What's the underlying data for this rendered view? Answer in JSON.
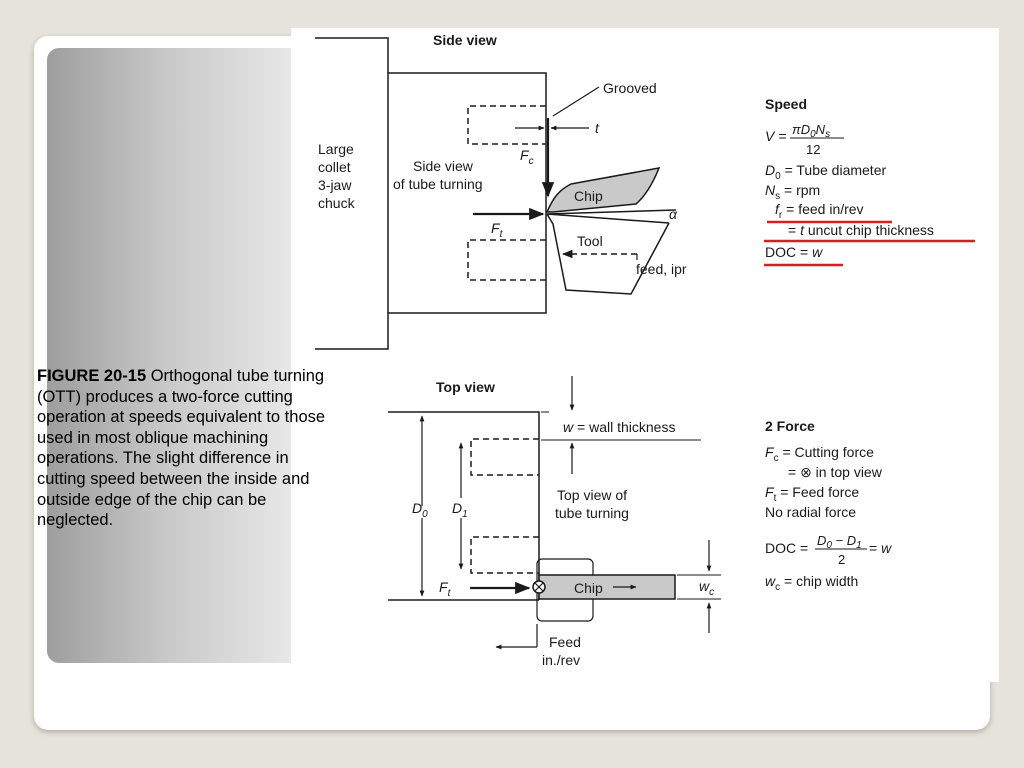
{
  "caption": {
    "figure_label": "FIGURE 20-15",
    "text": " Orthogonal tube turning (OTT) produces a two-force cutting operation at speeds equivalent to those used in most oblique machining operations. The slight difference in cutting speed between the inside and outside edge of the chip can be neglected."
  },
  "side_view": {
    "title": "Side view",
    "chuck_label": [
      "Large",
      "collet",
      "3-jaw",
      "chuck"
    ],
    "tube_label": [
      "Side view",
      "of tube turning"
    ],
    "grooved": "Grooved",
    "t": "t",
    "Fc": "F",
    "Fc_sub": "c",
    "Ft": "F",
    "Ft_sub": "t",
    "chip": "Chip",
    "alpha": "α",
    "tool": "Tool",
    "feed": "feed, ipr"
  },
  "speed": {
    "heading": "Speed",
    "V_lhs": "V = ",
    "V_num": "πD",
    "V_num_sub": "0",
    "V_num_end": "N",
    "V_num_end_sub": "s",
    "V_den": "12",
    "D0": "D",
    "D0_sub": "0",
    "D0_text": " = Tube diameter",
    "Ns": "N",
    "Ns_sub": "s",
    "Ns_text": " = rpm",
    "fr": "f",
    "fr_sub": "r",
    "fr_text": " = feed in/rev",
    "t_line_pre": "= ",
    "t_line_t": "t",
    "t_line_text": "  uncut chip thickness",
    "doc_text": "DOC = ",
    "doc_w": "w"
  },
  "top_view": {
    "title": "Top view",
    "w_label": "w",
    "wall": " = wall thickness",
    "tube_label": [
      "Top view of",
      "tube turning"
    ],
    "D0": "D",
    "D0_sub": "0",
    "D1": "D",
    "D1_sub": "1",
    "Ft": "F",
    "Ft_sub": "t",
    "chip": "Chip",
    "wc": "w",
    "wc_sub": "c",
    "feed": [
      "Feed",
      "in./rev"
    ]
  },
  "force": {
    "heading": "2 Force",
    "Fc": "F",
    "Fc_sub": "c",
    "Fc_text": " = Cutting force",
    "Fc_top": "= ⊗ in top view",
    "Ft": "F",
    "Ft_sub": "t",
    "Ft_text": " = Feed force",
    "no_radial": "No radial force",
    "doc_pre": "DOC = ",
    "doc_num": "D",
    "doc_num_sub0": "0",
    "doc_num_mid": " − D",
    "doc_num_sub1": "1",
    "doc_den": "2",
    "doc_eq": " = ",
    "doc_w": "w",
    "wc": "w",
    "wc_sub": "c",
    "wc_text": " = chip width"
  },
  "colors": {
    "underline_red": "#d42020",
    "chip_fill": "#c9c9c9",
    "background": "#e6e3dc"
  }
}
